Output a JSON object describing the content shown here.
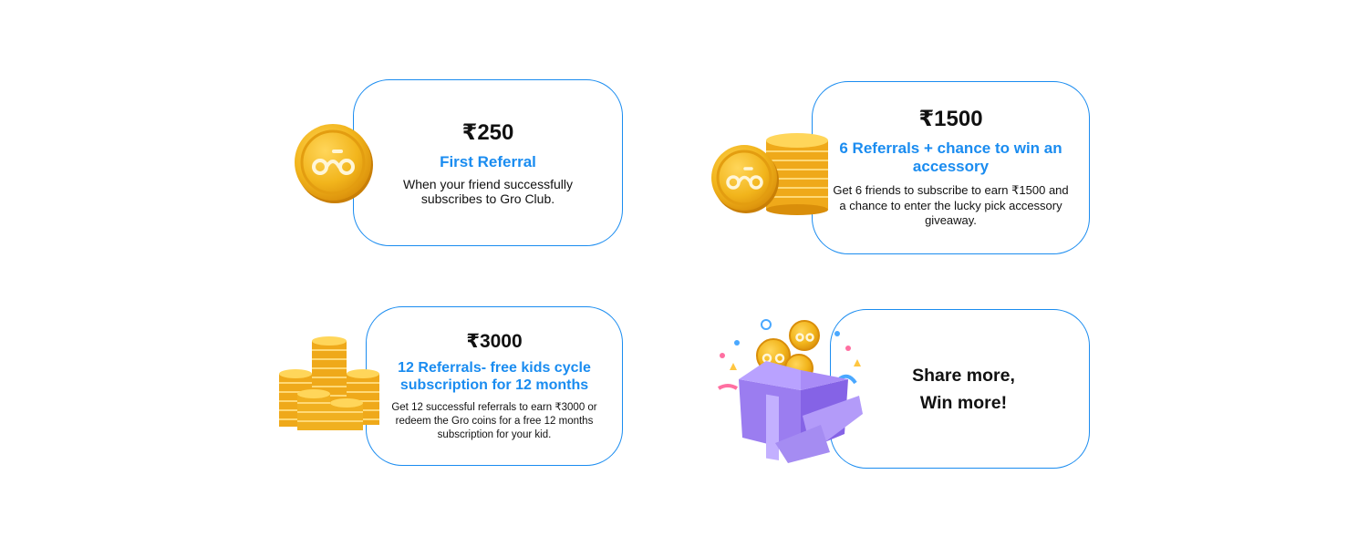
{
  "cards": [
    {
      "amount": "₹250",
      "title": "First Referral",
      "description": "When your friend successfully subscribes to Gro Club."
    },
    {
      "amount": "₹1500",
      "title": "6 Referrals + chance to win an accessory",
      "description": "Get 6 friends to subscribe to earn ₹1500 and a chance to enter the lucky pick accessory giveaway."
    },
    {
      "amount": "₹3000",
      "title": "12 Referrals- free kids cycle subscription for 12 months",
      "description": "Get 12 successful referrals to earn ₹3000 or redeem the Gro coins for a free 12 months subscription for your kid."
    },
    {
      "line1": "Share more,",
      "line2": "Win more!"
    }
  ],
  "coin_logo": "Gro",
  "icons": {
    "card1": "single-coin-icon",
    "card2": "coin-with-stack-icon",
    "card3": "coin-stacks-icon",
    "card4": "gift-box-with-coins-icon"
  },
  "colors": {
    "accent": "#1a8cf0",
    "coin_gold": "#f2b51c",
    "coin_dark": "#d98e0a",
    "gift_purple": "#9b7df0"
  }
}
